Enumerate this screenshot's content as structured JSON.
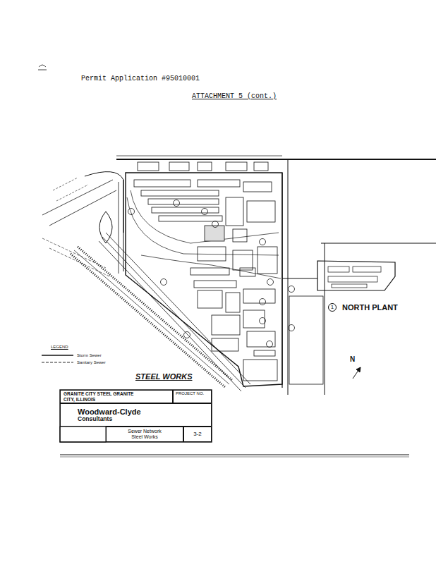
{
  "diagram": {
    "nodes": [
      {
        "text": [
          "GRANITE CITY STEEL GRANITE CITY, ILLINOIS"
        ]
      },
      {
        "text": [
          "PROJECT NO."
        ]
      },
      {
        "text": [
          "Woodward-Clyde",
          "Consultants"
        ]
      },
      {
        "text": [
          "Sewer Network Steel Works"
        ]
      },
      {
        "text": [
          "3-2"
        ]
      },
      {
        "text": [
          "1"
        ]
      }
    ],
    "labels": [
      "Permit Application #95010001",
      "ATTACHMENT 5 (cont.)",
      "NORTH PLANT",
      "STEEL WORKS",
      "N",
      "LEGEND"
    ],
    "legend": [
      {
        "text": "Storm Sewer"
      },
      {
        "text": "Sanitary Sewer"
      }
    ]
  }
}
